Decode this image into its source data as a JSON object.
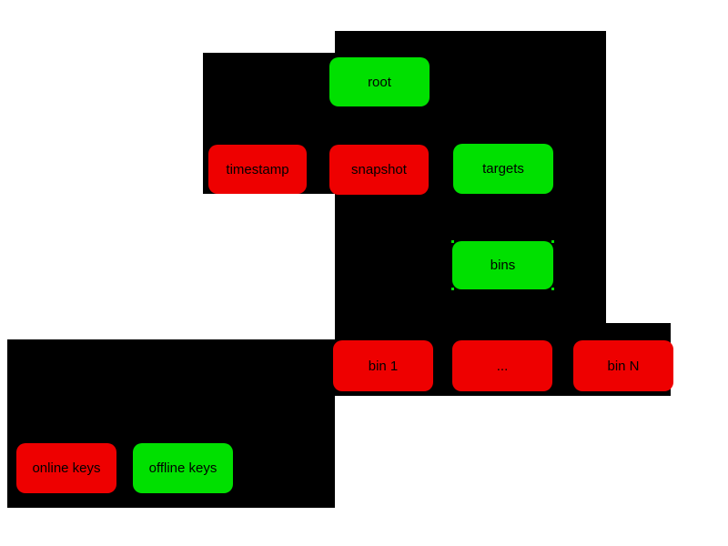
{
  "diagram": {
    "colors": {
      "online_key_fill": "#ee0000",
      "offline_key_fill": "#00e000",
      "panel_background": "#000000",
      "page_background": "#ffffff",
      "node_text": "#000000"
    },
    "nodes": [
      {
        "id": "root",
        "label": "root",
        "key_type": "offline"
      },
      {
        "id": "timestamp",
        "label": "timestamp",
        "key_type": "online"
      },
      {
        "id": "snapshot",
        "label": "snapshot",
        "key_type": "online"
      },
      {
        "id": "targets",
        "label": "targets",
        "key_type": "offline"
      },
      {
        "id": "bins",
        "label": "bins",
        "key_type": "offline"
      },
      {
        "id": "bin-1",
        "label": "bin 1",
        "key_type": "online"
      },
      {
        "id": "bin-ellipsis",
        "label": "...",
        "key_type": "online"
      },
      {
        "id": "bin-n",
        "label": "bin N",
        "key_type": "online"
      }
    ],
    "legend": [
      {
        "id": "online-keys",
        "label": "online keys",
        "key_type": "online"
      },
      {
        "id": "offline-keys",
        "label": "offline keys",
        "key_type": "offline"
      }
    ]
  }
}
